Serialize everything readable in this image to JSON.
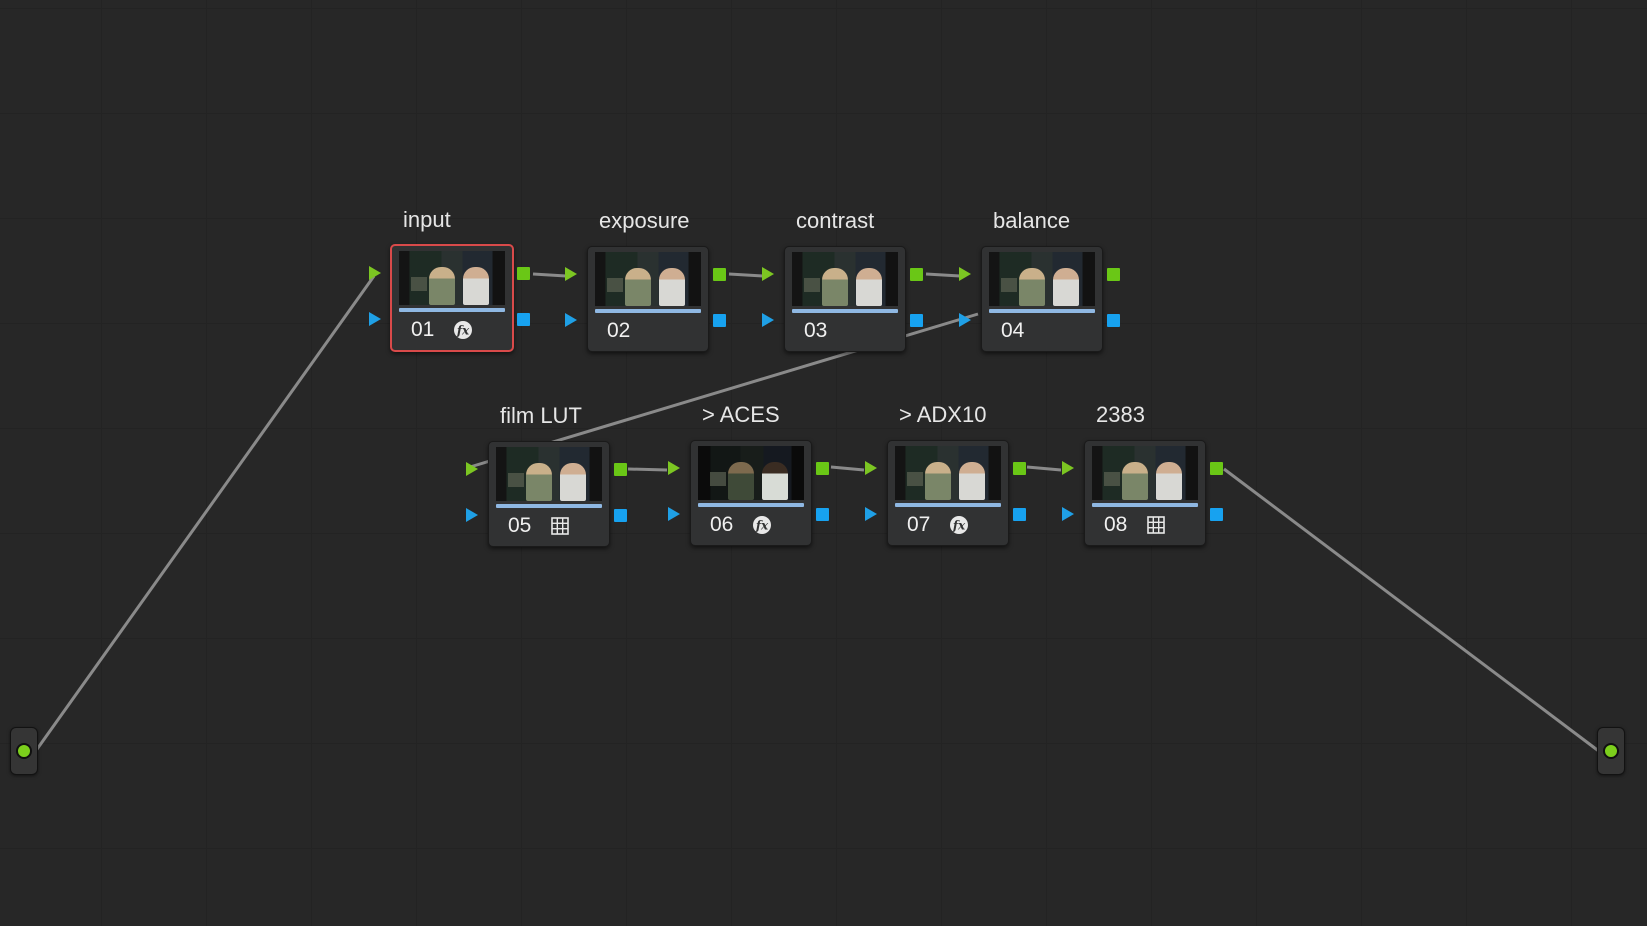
{
  "graph": {
    "nodes": [
      {
        "label": "input",
        "number": "01",
        "icon": "fx-icon",
        "selected": true
      },
      {
        "label": "exposure",
        "number": "02",
        "icon": "",
        "selected": false
      },
      {
        "label": "contrast",
        "number": "03",
        "icon": "",
        "selected": false
      },
      {
        "label": "balance",
        "number": "04",
        "icon": "",
        "selected": false
      },
      {
        "label": "film LUT",
        "number": "05",
        "icon": "lut-grid-icon",
        "selected": false
      },
      {
        "label": "> ACES",
        "number": "06",
        "icon": "fx-icon",
        "selected": false
      },
      {
        "label": "> ADX10",
        "number": "07",
        "icon": "fx-icon",
        "selected": false
      },
      {
        "label": "2383",
        "number": "08",
        "icon": "lut-grid-icon",
        "selected": false
      }
    ]
  },
  "colors": {
    "background": "#272727",
    "rgb_port": "#6ac716",
    "key_port": "#17a2f0",
    "selection": "#d94a4a",
    "wire": "#8a8a8a"
  }
}
